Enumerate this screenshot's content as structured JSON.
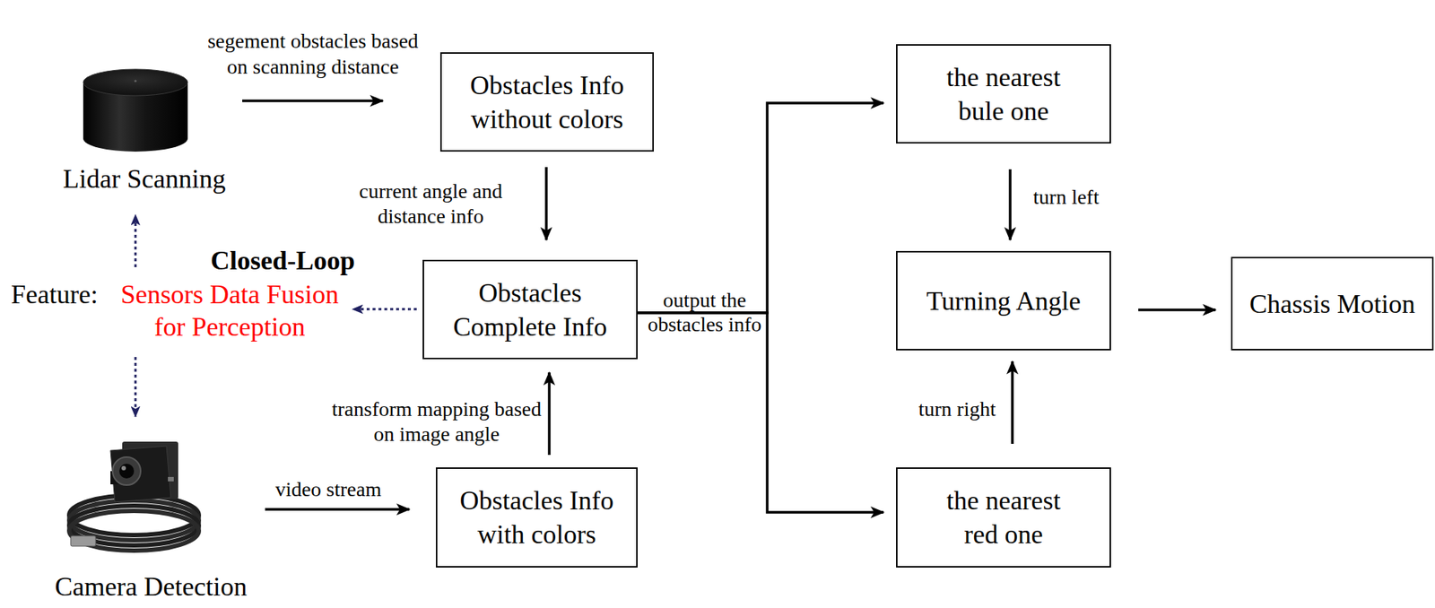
{
  "diagram": {
    "nodes": [
      {
        "text": [
          "Lidar Scanning"
        ]
      },
      {
        "text": [
          "Obstacles Info without colors"
        ]
      },
      {
        "text": [
          "the nearest bule one"
        ]
      },
      {
        "text": [
          "Feature:",
          "Sensors Data Fusion for Perception"
        ]
      },
      {
        "text": [
          "Obstacles Complete Info"
        ]
      },
      {
        "text": [
          "Turning Angle"
        ]
      },
      {
        "text": [
          "Chassis Motion"
        ]
      },
      {
        "text": [
          "Camera Detection"
        ]
      },
      {
        "text": [
          "Obstacles Info with colors"
        ]
      },
      {
        "text": [
          "the nearest red one"
        ]
      }
    ],
    "edges": [
      {
        "from": 0,
        "to": 1,
        "arrow": "to",
        "label": "segement obstacles based on scanning distance"
      },
      {
        "from": 1,
        "to": 4,
        "arrow": "to",
        "label": "current angle and distance info"
      },
      {
        "from": 4,
        "to": 2,
        "arrow": "to",
        "label": "output the obstacles info"
      },
      {
        "from": 4,
        "to": 9,
        "arrow": "to"
      },
      {
        "from": 2,
        "to": 5,
        "arrow": "to",
        "label": "turn left"
      },
      {
        "from": 9,
        "to": 5,
        "arrow": "to",
        "label": "turn right"
      },
      {
        "from": 5,
        "to": 6,
        "arrow": "to"
      },
      {
        "from": 7,
        "to": 8,
        "arrow": "to",
        "label": "video stream"
      },
      {
        "from": 8,
        "to": 4,
        "arrow": "to",
        "label": "transform mapping based on image angle"
      },
      {
        "from": 4,
        "to": 3,
        "arrow": "to"
      },
      {
        "from": 3,
        "to": 0,
        "arrow": "to"
      },
      {
        "from": 3,
        "to": 7,
        "arrow": "to"
      }
    ],
    "labels": [
      "Closed-Loop"
    ]
  }
}
